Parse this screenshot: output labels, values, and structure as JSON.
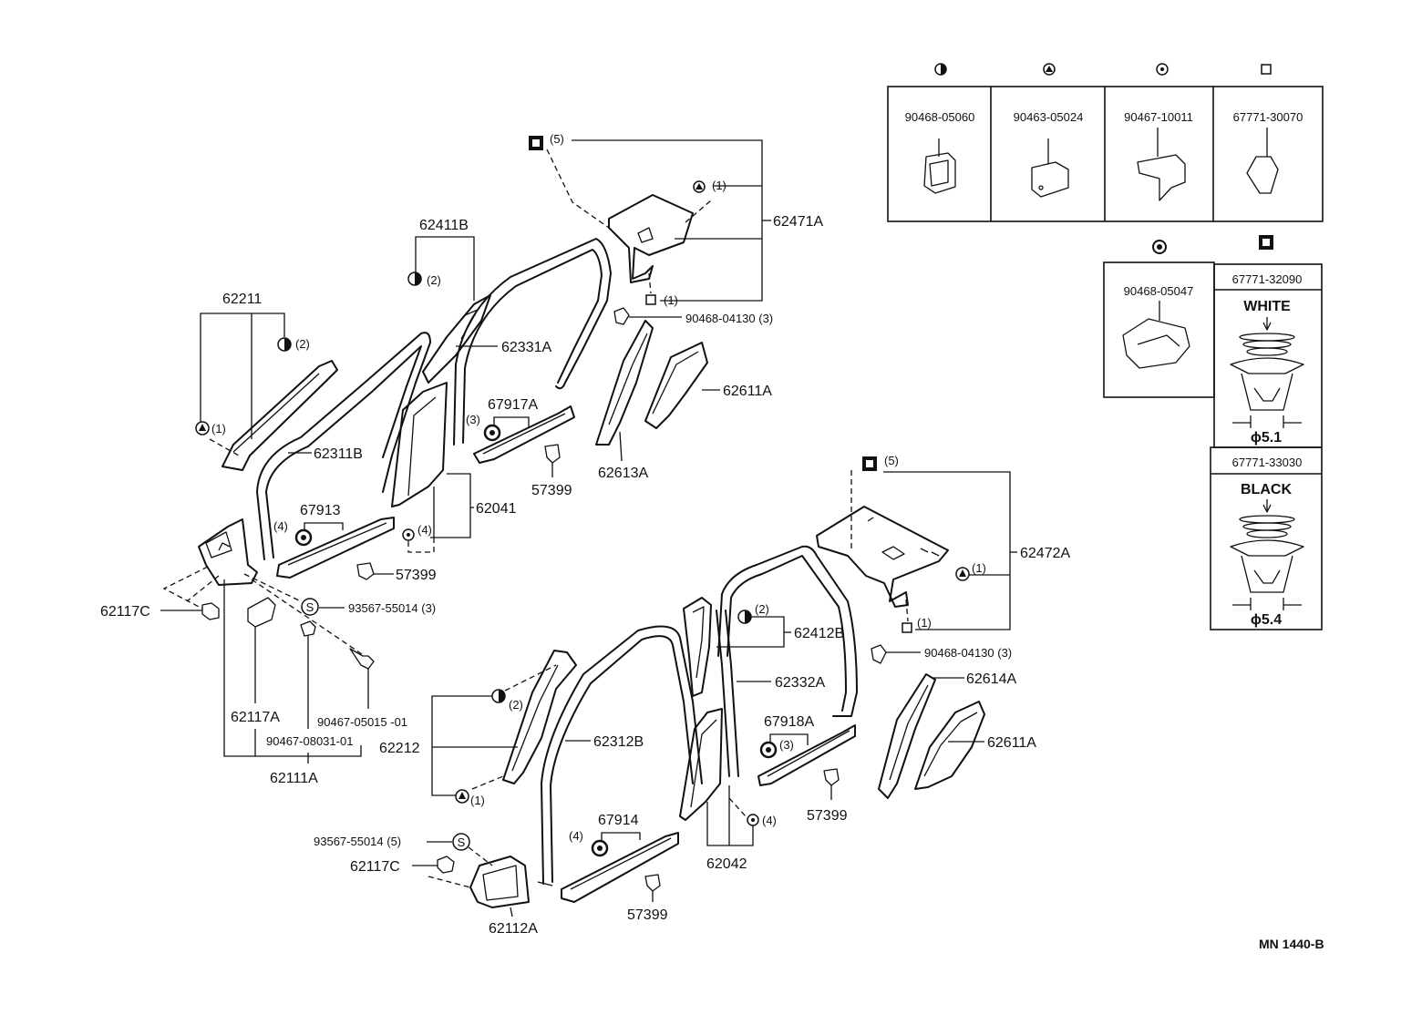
{
  "diagram_id": "MN  1440-B",
  "legend": {
    "top_boxes": [
      {
        "symbol": "half-circle",
        "part": "90468-05060"
      },
      {
        "symbol": "triangle",
        "part": "90463-05024"
      },
      {
        "symbol": "dot-circle",
        "part": "90467-10011"
      },
      {
        "symbol": "square",
        "part": "67771-30070"
      }
    ],
    "mid_box": {
      "symbol": "ring",
      "part": "90468-05047"
    },
    "clip_white": {
      "symbol": "filled-square",
      "part": "67771-32090",
      "color_label": "WHITE",
      "dim": "ϕ5.1"
    },
    "clip_black": {
      "part": "67771-33030",
      "color_label": "BLACK",
      "dim": "ϕ5.4"
    }
  },
  "labels": {
    "p62471A": "62471A",
    "q5a": "(5)",
    "q1a": "(1)",
    "q1b": "(1)",
    "p62411B": "62411B",
    "q2a": "(2)",
    "p90468_04130a": "90468-04130 (3)",
    "p62331A": "62331A",
    "p62211": "62211",
    "q2b": "(2)",
    "q1c": "(1)",
    "p62611A_a": "62611A",
    "p67917A": "67917A",
    "q3a": "(3)",
    "p62613A": "62613A",
    "p57399a": "57399",
    "p62311B": "62311B",
    "p62041": "62041",
    "p67913": "67913",
    "q4a": "(4)",
    "q4b": "(4)",
    "p57399b": "57399",
    "p62117C_a": "62117C",
    "p93567_a": "93567-55014 (3)",
    "p62117A": "62117A",
    "p90467_05015": "90467-05015 -01",
    "p90467_08031": "90467-08031-01",
    "p62111A": "62111A",
    "p62472A": "62472A",
    "q5b": "(5)",
    "q1d": "(1)",
    "q1e": "(1)",
    "p62412B": "62412B",
    "q2c": "(2)",
    "p90468_04130b": "90468-04130 (3)",
    "p62332A": "62332A",
    "p62614A": "62614A",
    "p62611A_b": "62611A",
    "p67918A": "67918A",
    "q3b": "(3)",
    "p57399c": "57399",
    "p62212": "62212",
    "q2d": "(2)",
    "q1f": "(1)",
    "p62312B": "62312B",
    "p67914": "67914",
    "q4c": "(4)",
    "p57399d": "57399",
    "p62042": "62042",
    "q4d": "(4)",
    "p93567_b": "93567-55014 (5)",
    "p62117C_b": "62117C",
    "p62112A": "62112A"
  }
}
